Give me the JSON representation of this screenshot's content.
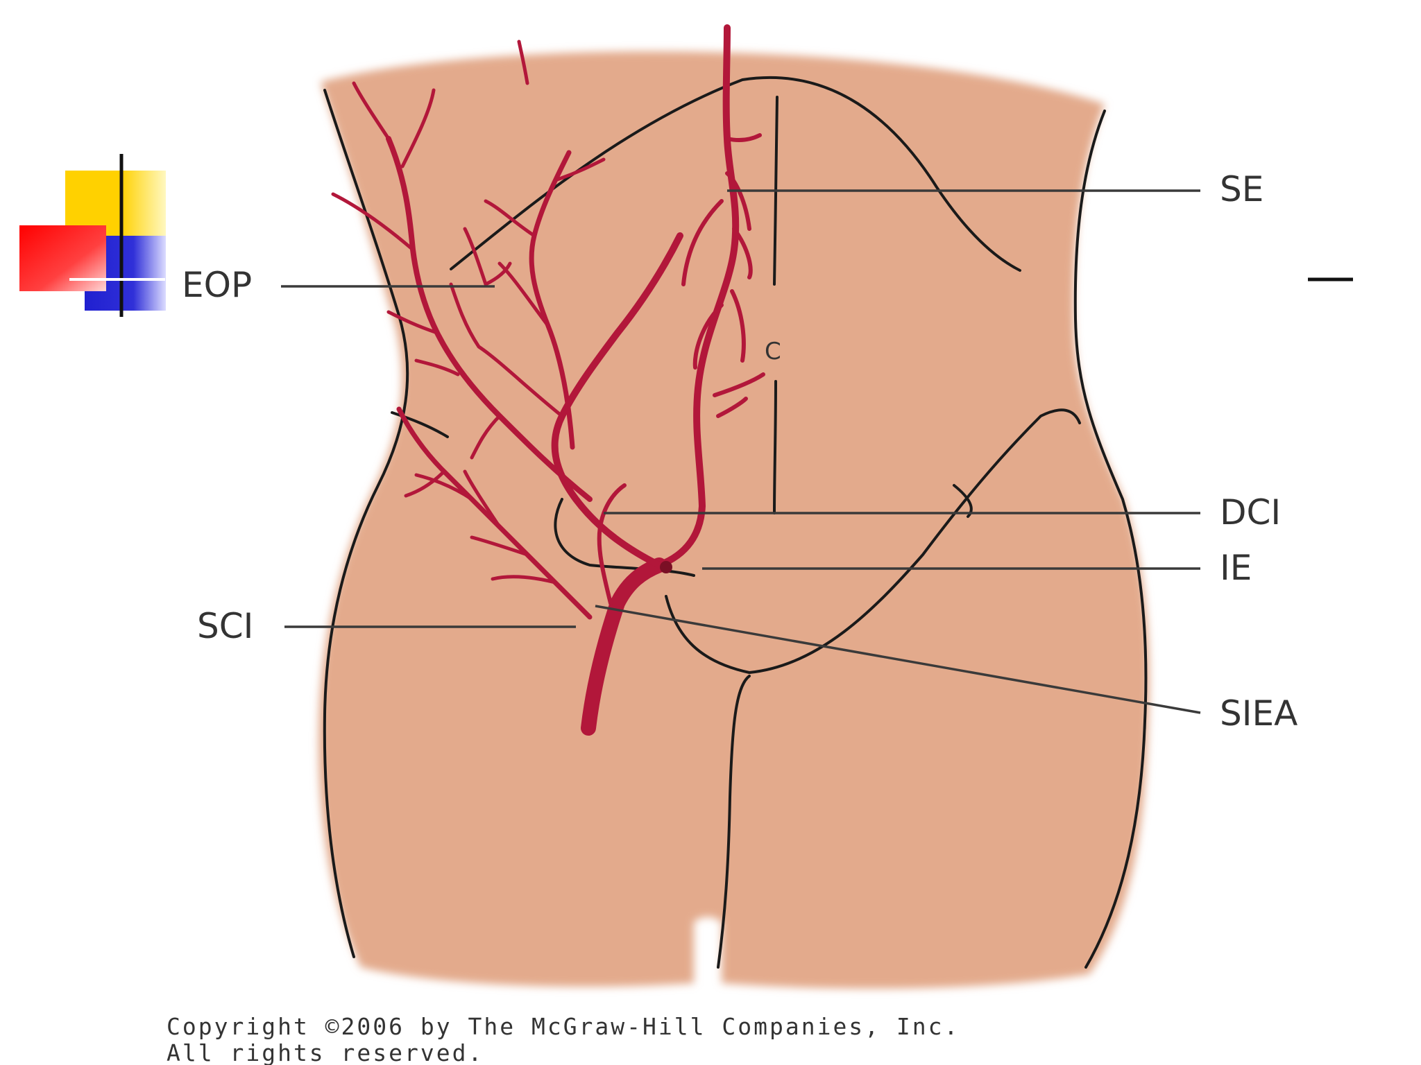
{
  "labels": {
    "se": "SE",
    "eop": "EOP",
    "dci": "DCI",
    "ie": "IE",
    "sci": "SCI",
    "siea": "SIEA",
    "c": "C"
  },
  "copyright": {
    "line1": "Copyright ©2006 by The McGraw-Hill Companies, Inc.",
    "line2": "All rights reserved."
  },
  "colors": {
    "skin": "#e3aa8c",
    "artery": "#b2173a",
    "outline": "#1a1a1a",
    "deco_yellow": "#ffd100",
    "deco_red": "#ff0000",
    "deco_blue": "#2020d0"
  }
}
